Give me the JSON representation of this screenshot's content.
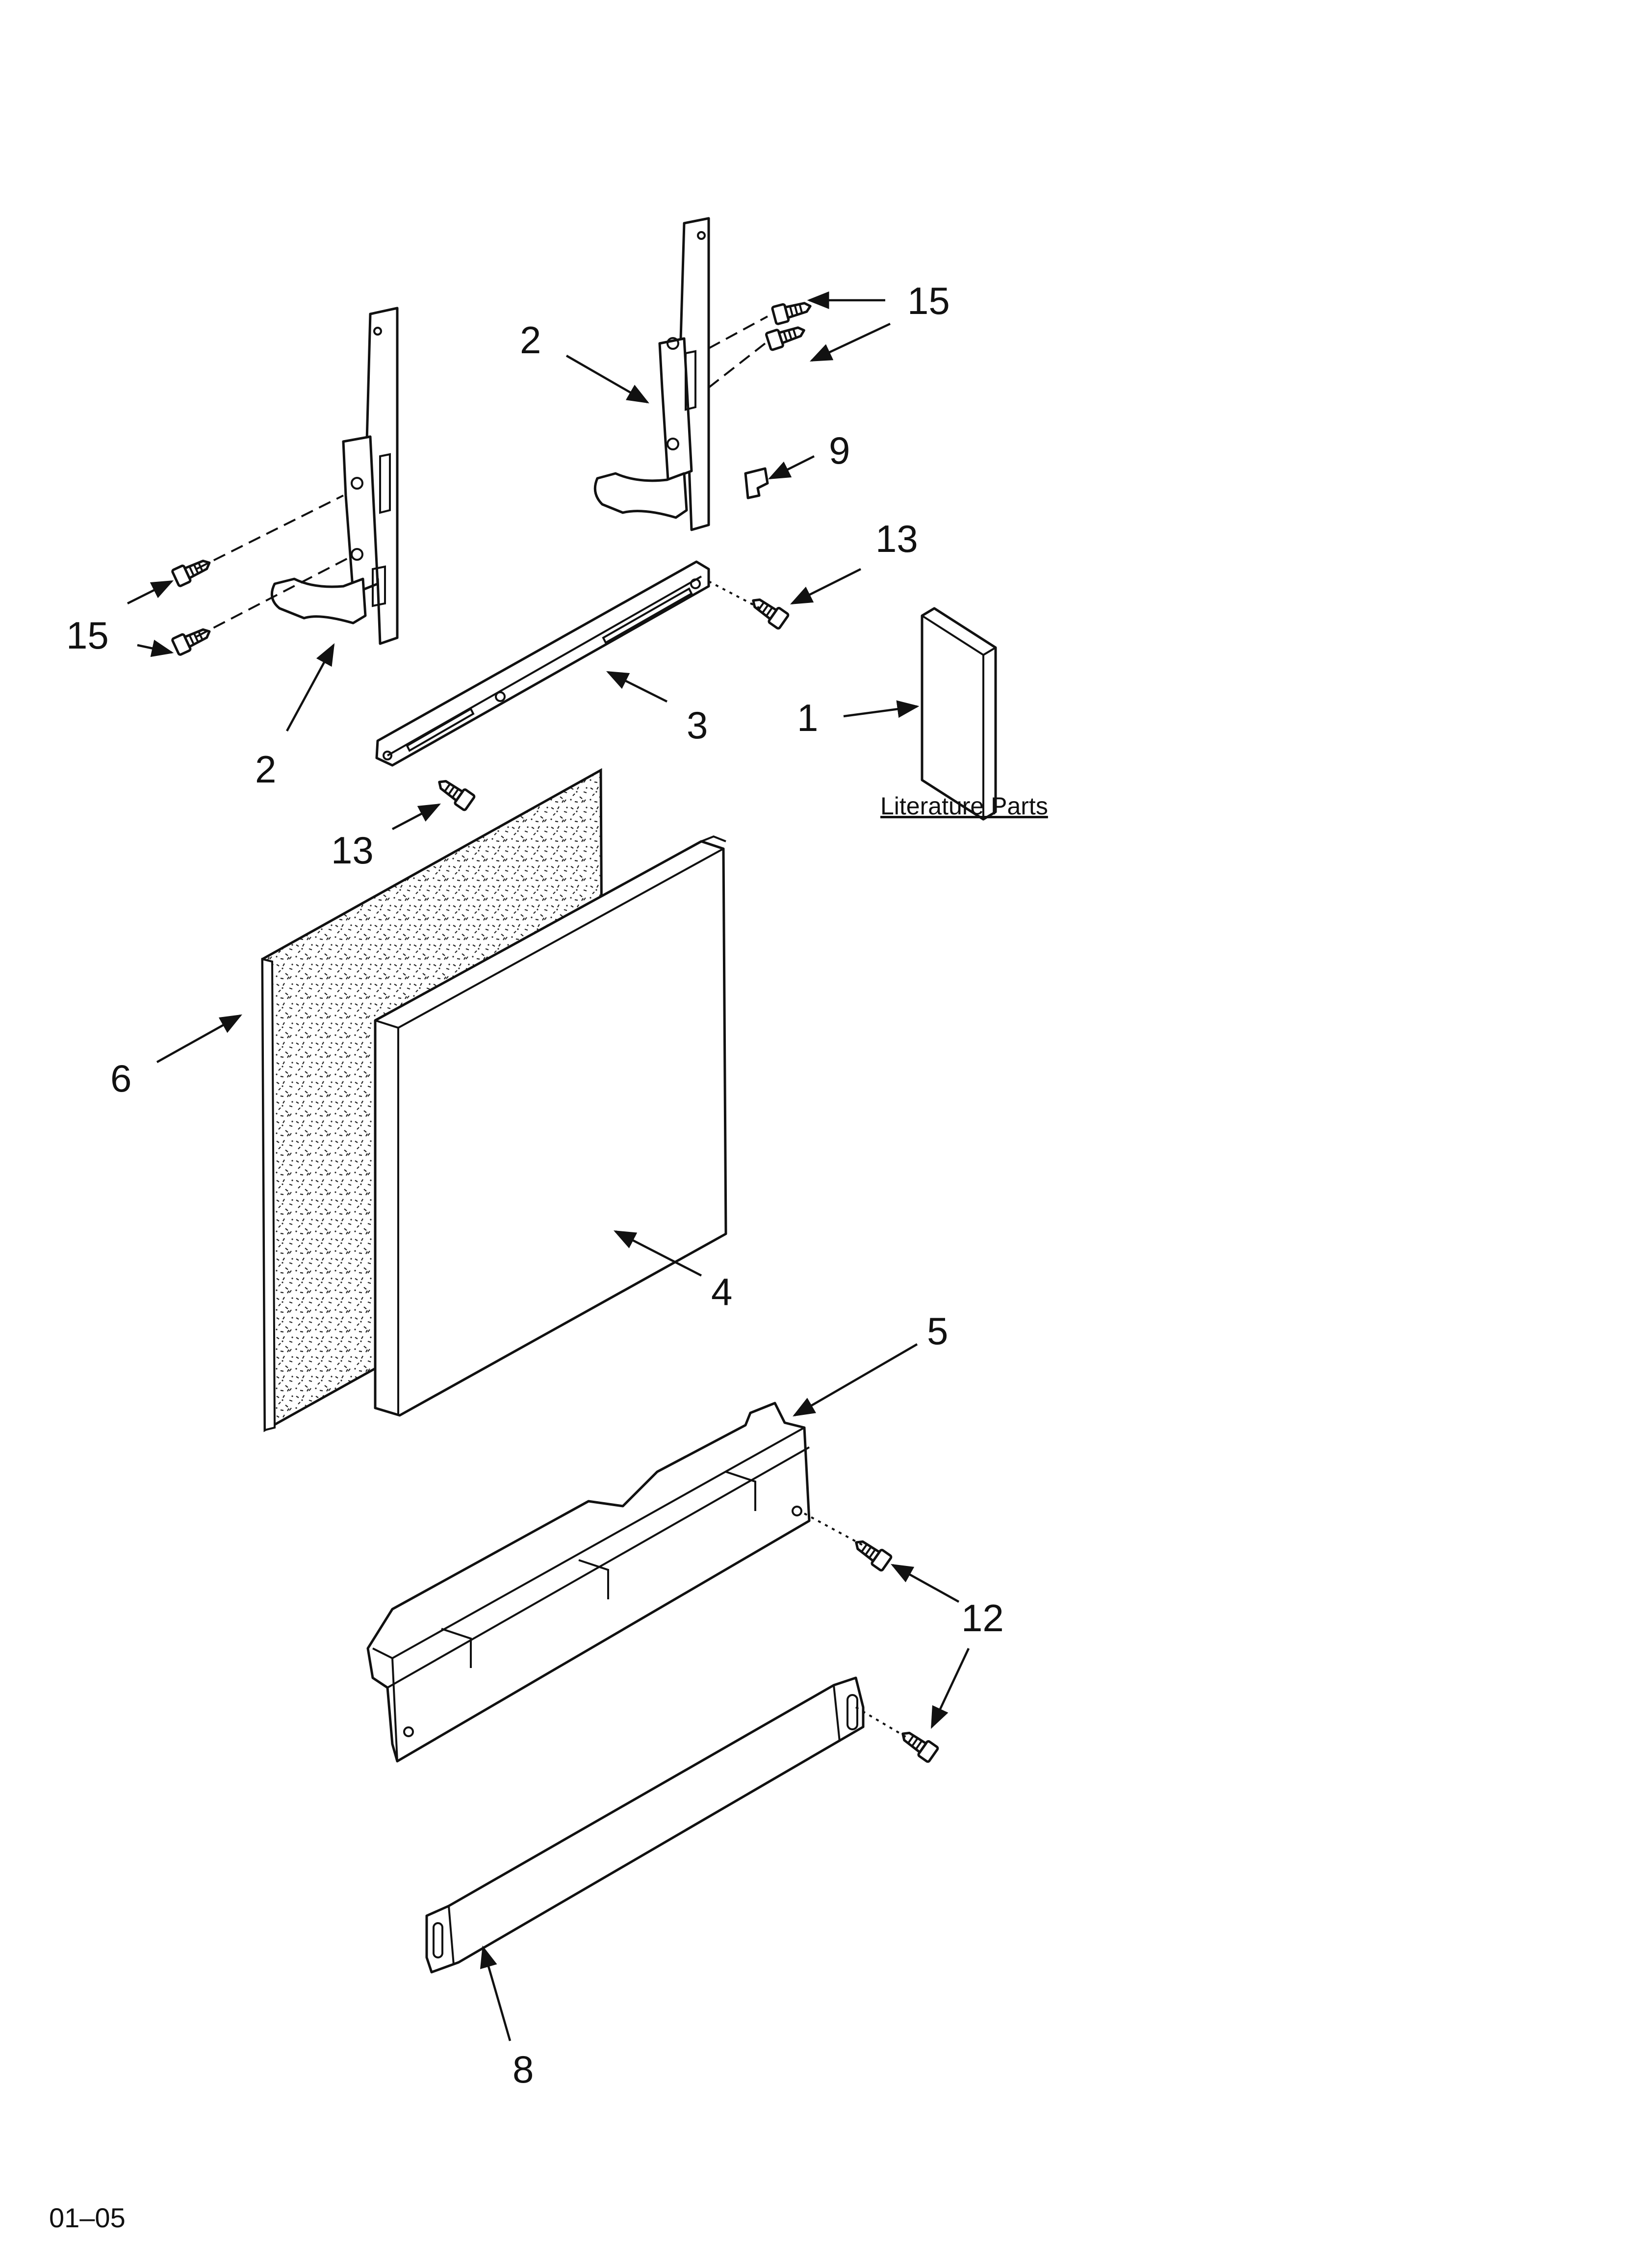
{
  "diagram": {
    "callouts": {
      "c15_top": "15",
      "c2_top": "2",
      "c9": "9",
      "c13_right": "13",
      "c15_left": "15",
      "c2_bottom": "2",
      "c3": "3",
      "c1": "1",
      "c13_left": "13",
      "c6": "6",
      "c4": "4",
      "c5": "5",
      "c12": "12",
      "c8": "8"
    },
    "literature_label": "Literature Parts",
    "footer_code": "01–05"
  }
}
